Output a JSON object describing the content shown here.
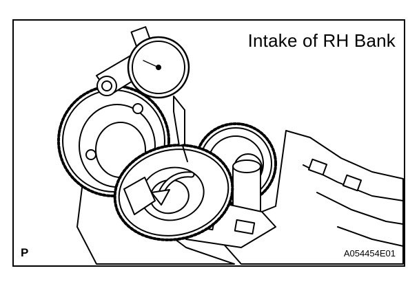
{
  "figure": {
    "title": "Intake of RH Bank",
    "corner_letter": "P",
    "figure_code": "A054454E01"
  },
  "illustration": {
    "parts": [
      "dial-indicator",
      "large-cam-gear",
      "left-drive-gear",
      "right-driven-gear",
      "camshaft-bearing-cap",
      "rotation-arrow",
      "cylinder-head"
    ],
    "stroke_color": "#000000",
    "fill_color": "#ffffff"
  }
}
